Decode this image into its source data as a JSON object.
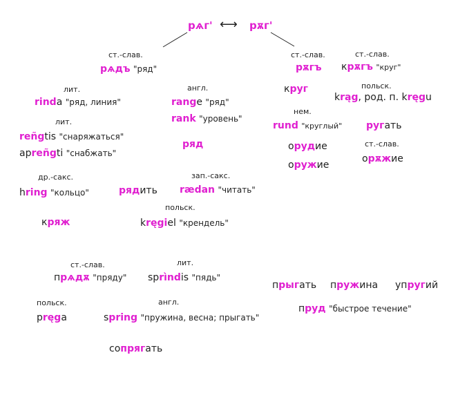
{
  "root": {
    "left": "рѧг'",
    "right": "рѫг'",
    "arrow": "⟷"
  },
  "labels": {
    "l1": "ст.-слав.",
    "l2": "ст.-слав.",
    "l3": "ст.-слав.",
    "l4": "лит.",
    "l5": "англ.",
    "l6": "польск.",
    "l7": "лит.",
    "l8": "нем.",
    "l9": "ст.-слав.",
    "l10": "др.-сакс.",
    "l11": "зап.-сакс.",
    "l12": "польск.",
    "l13": "ст.-слав.",
    "l14": "лит.",
    "l15": "польск.",
    "l16": "англ."
  },
  "words": {
    "w_rjadu": {
      "hl": "рѧдъ",
      "post": "",
      "gloss": "\"ряд\""
    },
    "w_rogu": {
      "hl": "рѫгъ",
      "post": "",
      "gloss": ""
    },
    "w_krogu_sl": {
      "pre": "к",
      "hl": "рѫгъ",
      "gloss": "\"круг\""
    },
    "w_krug": {
      "pre": "к",
      "hl": "руг",
      "post": ""
    },
    "w_krag": {
      "pre": "k",
      "hl": "rąg",
      "post": ", род. п. k",
      "hl2": "ręg",
      "post2": "u"
    },
    "w_rinda": {
      "hl": "rind",
      "post": "a",
      "gloss": "\"ряд, линия\""
    },
    "w_range": {
      "hl": "rang",
      "post": "e",
      "gloss": "\"ряд\""
    },
    "w_rank": {
      "hl": "rank",
      "post": "",
      "gloss": "\"уровень\""
    },
    "w_rengtis": {
      "hl": "reñg",
      "post": "tis",
      "gloss": "\"снаряжаться\""
    },
    "w_aprengti": {
      "pre": "ap",
      "hl": "reñg",
      "post": "ti",
      "gloss": "\"снабжать\""
    },
    "w_rjad": {
      "hl": "ряд",
      "post": ""
    },
    "w_rund": {
      "hl": "rund",
      "post": "",
      "gloss": "\"круглый\""
    },
    "w_rugat": {
      "hl": "руг",
      "post": "ать"
    },
    "w_orudie": {
      "pre": "о",
      "hl": "руд",
      "post": "ие"
    },
    "w_oruzhie": {
      "pre": "о",
      "hl": "руж",
      "post": "ие"
    },
    "w_orozhie": {
      "pre": "о",
      "hl": "рѫж",
      "post": "ие"
    },
    "w_hring": {
      "pre": "h",
      "hl": "ring",
      "post": "",
      "gloss": "\"кольцо\""
    },
    "w_rjadit": {
      "hl": "ряд",
      "post": "ить"
    },
    "w_raedan": {
      "hl": "rædan",
      "post": "",
      "gloss": "\"читать\""
    },
    "w_krjazh": {
      "pre": "к",
      "hl": "ряж",
      "post": ""
    },
    "w_kregiel": {
      "pre": "k",
      "hl": "ręgi",
      "post": "el",
      "gloss": "\"крендель\""
    },
    "w_prjadu": {
      "pre": "п",
      "hl": "рѧдѫ",
      "post": "",
      "gloss": "\"пряду\""
    },
    "w_sprindis": {
      "pre": "sp",
      "hl": "rìnd",
      "post": "is",
      "gloss": "\"пядь\""
    },
    "w_pryg": {
      "pre": "п",
      "hl": "рыг",
      "post": "ать"
    },
    "w_pruzhina": {
      "pre": "п",
      "hl": "руж",
      "post": "ина"
    },
    "w_uprugij": {
      "pre": "уп",
      "hl": "руг",
      "post": "ий"
    },
    "w_pruga": {
      "pre": "p",
      "hl": "ręg",
      "post": "a"
    },
    "w_spring": {
      "pre": "s",
      "hl": "pring",
      "post": "",
      "gloss": "\"пружина, весна; прыгать\""
    },
    "w_prud": {
      "pre": "п",
      "hl": "руд",
      "post": "",
      "gloss": "\"быстрое течение\""
    },
    "w_sopr": {
      "pre": "со",
      "hl": "пряг",
      "post": "ать"
    }
  }
}
